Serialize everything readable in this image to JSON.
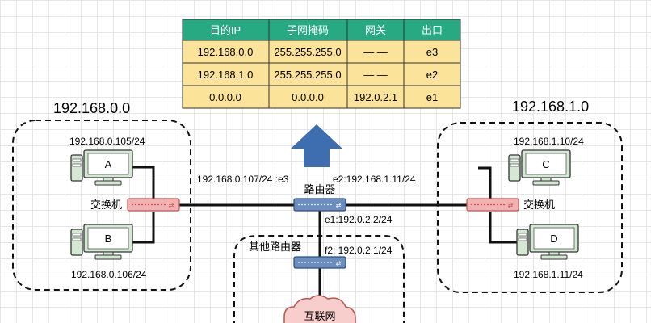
{
  "route_table": {
    "headers": [
      "目的IP",
      "子网掩码",
      "网关",
      "出口"
    ],
    "rows": [
      [
        "192.168.0.0",
        "255.255.255.0",
        "— —",
        "e3"
      ],
      [
        "192.168.1.0",
        "255.255.255.0",
        "— —",
        "e2"
      ],
      [
        "0.0.0.0",
        "0.0.0.0",
        "192.0.2.1",
        "e1"
      ]
    ]
  },
  "network_left": {
    "title": "192.168.0.0",
    "pc_a_ip": "192.168.0.105/24",
    "pc_a_label": "A",
    "pc_b_ip": "192.168.0.106/24",
    "pc_b_label": "B",
    "switch_label": "交换机"
  },
  "network_right": {
    "title": "192.168.1.0",
    "pc_c_ip": "192.168.1.10/24",
    "pc_c_label": "C",
    "pc_d_ip": "192.168.1.11/24",
    "pc_d_label": "D",
    "switch_label": "交换机"
  },
  "router": {
    "label": "路由器",
    "e3_label": "192.168.0.107/24 :e3",
    "e2_label": "e2:192.168.1.11/24",
    "e1_label": "e1:192.0.2.2/24"
  },
  "other_router": {
    "label": "其他路由器",
    "f2_label": "f2: 192.0.2.1/24"
  },
  "internet_label": "互联网",
  "colors": {
    "header_bg": "#27a982",
    "row_bg": "#fbe39a",
    "arrow": "#3e6db0",
    "router": "#6c8ebf",
    "switch": "#f4b1b1",
    "cloud": "#f8cecc",
    "pc_fill": "#d5e8d4"
  }
}
